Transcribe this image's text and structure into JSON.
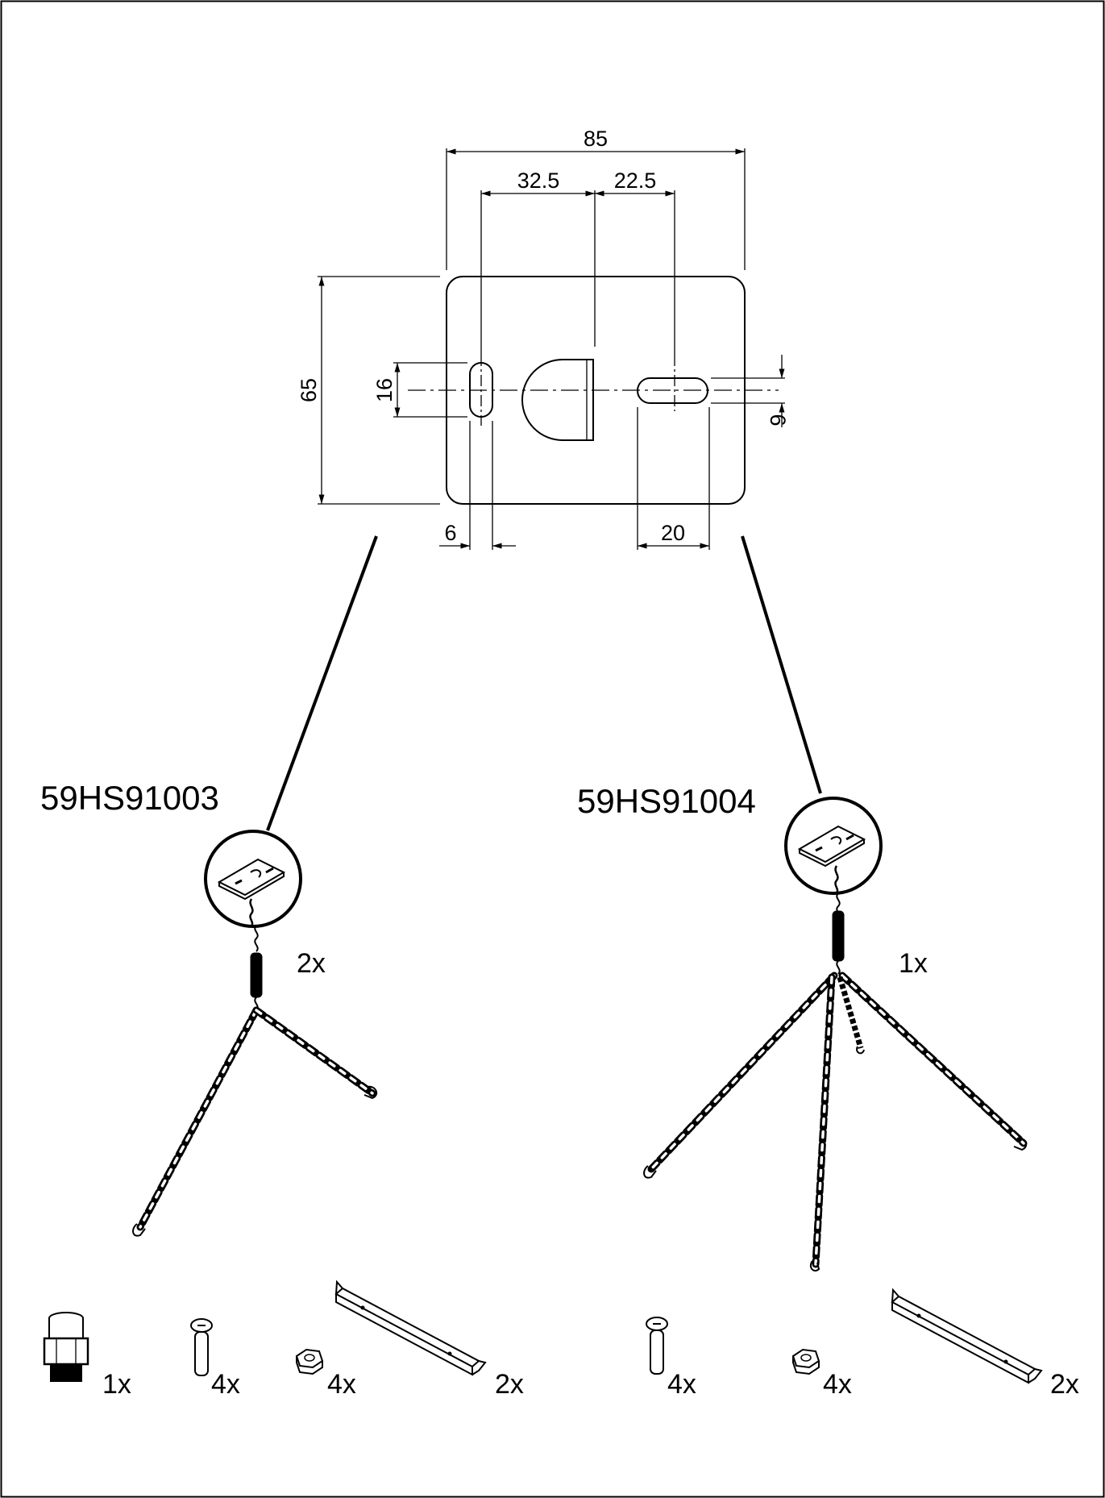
{
  "plate_dimensions": {
    "overall_width": "85",
    "left_offset": "32.5",
    "right_offset": "22.5",
    "height": "65",
    "slot_height": "16",
    "slot_width": "6",
    "slot_length": "20",
    "slot_width_right": "6"
  },
  "kits": [
    {
      "code": "59HS91003",
      "chain_qty": "2x",
      "parts": [
        {
          "icon": "cable-gland-icon",
          "qty": "1x"
        },
        {
          "icon": "bolt-icon",
          "qty": "4x"
        },
        {
          "icon": "nut-icon",
          "qty": "4x"
        },
        {
          "icon": "bracket-icon",
          "qty": "2x"
        }
      ]
    },
    {
      "code": "59HS91004",
      "chain_qty": "1x",
      "parts": [
        {
          "icon": "bolt-icon",
          "qty": "4x"
        },
        {
          "icon": "nut-icon",
          "qty": "4x"
        },
        {
          "icon": "bracket-icon",
          "qty": "2x"
        }
      ]
    }
  ]
}
